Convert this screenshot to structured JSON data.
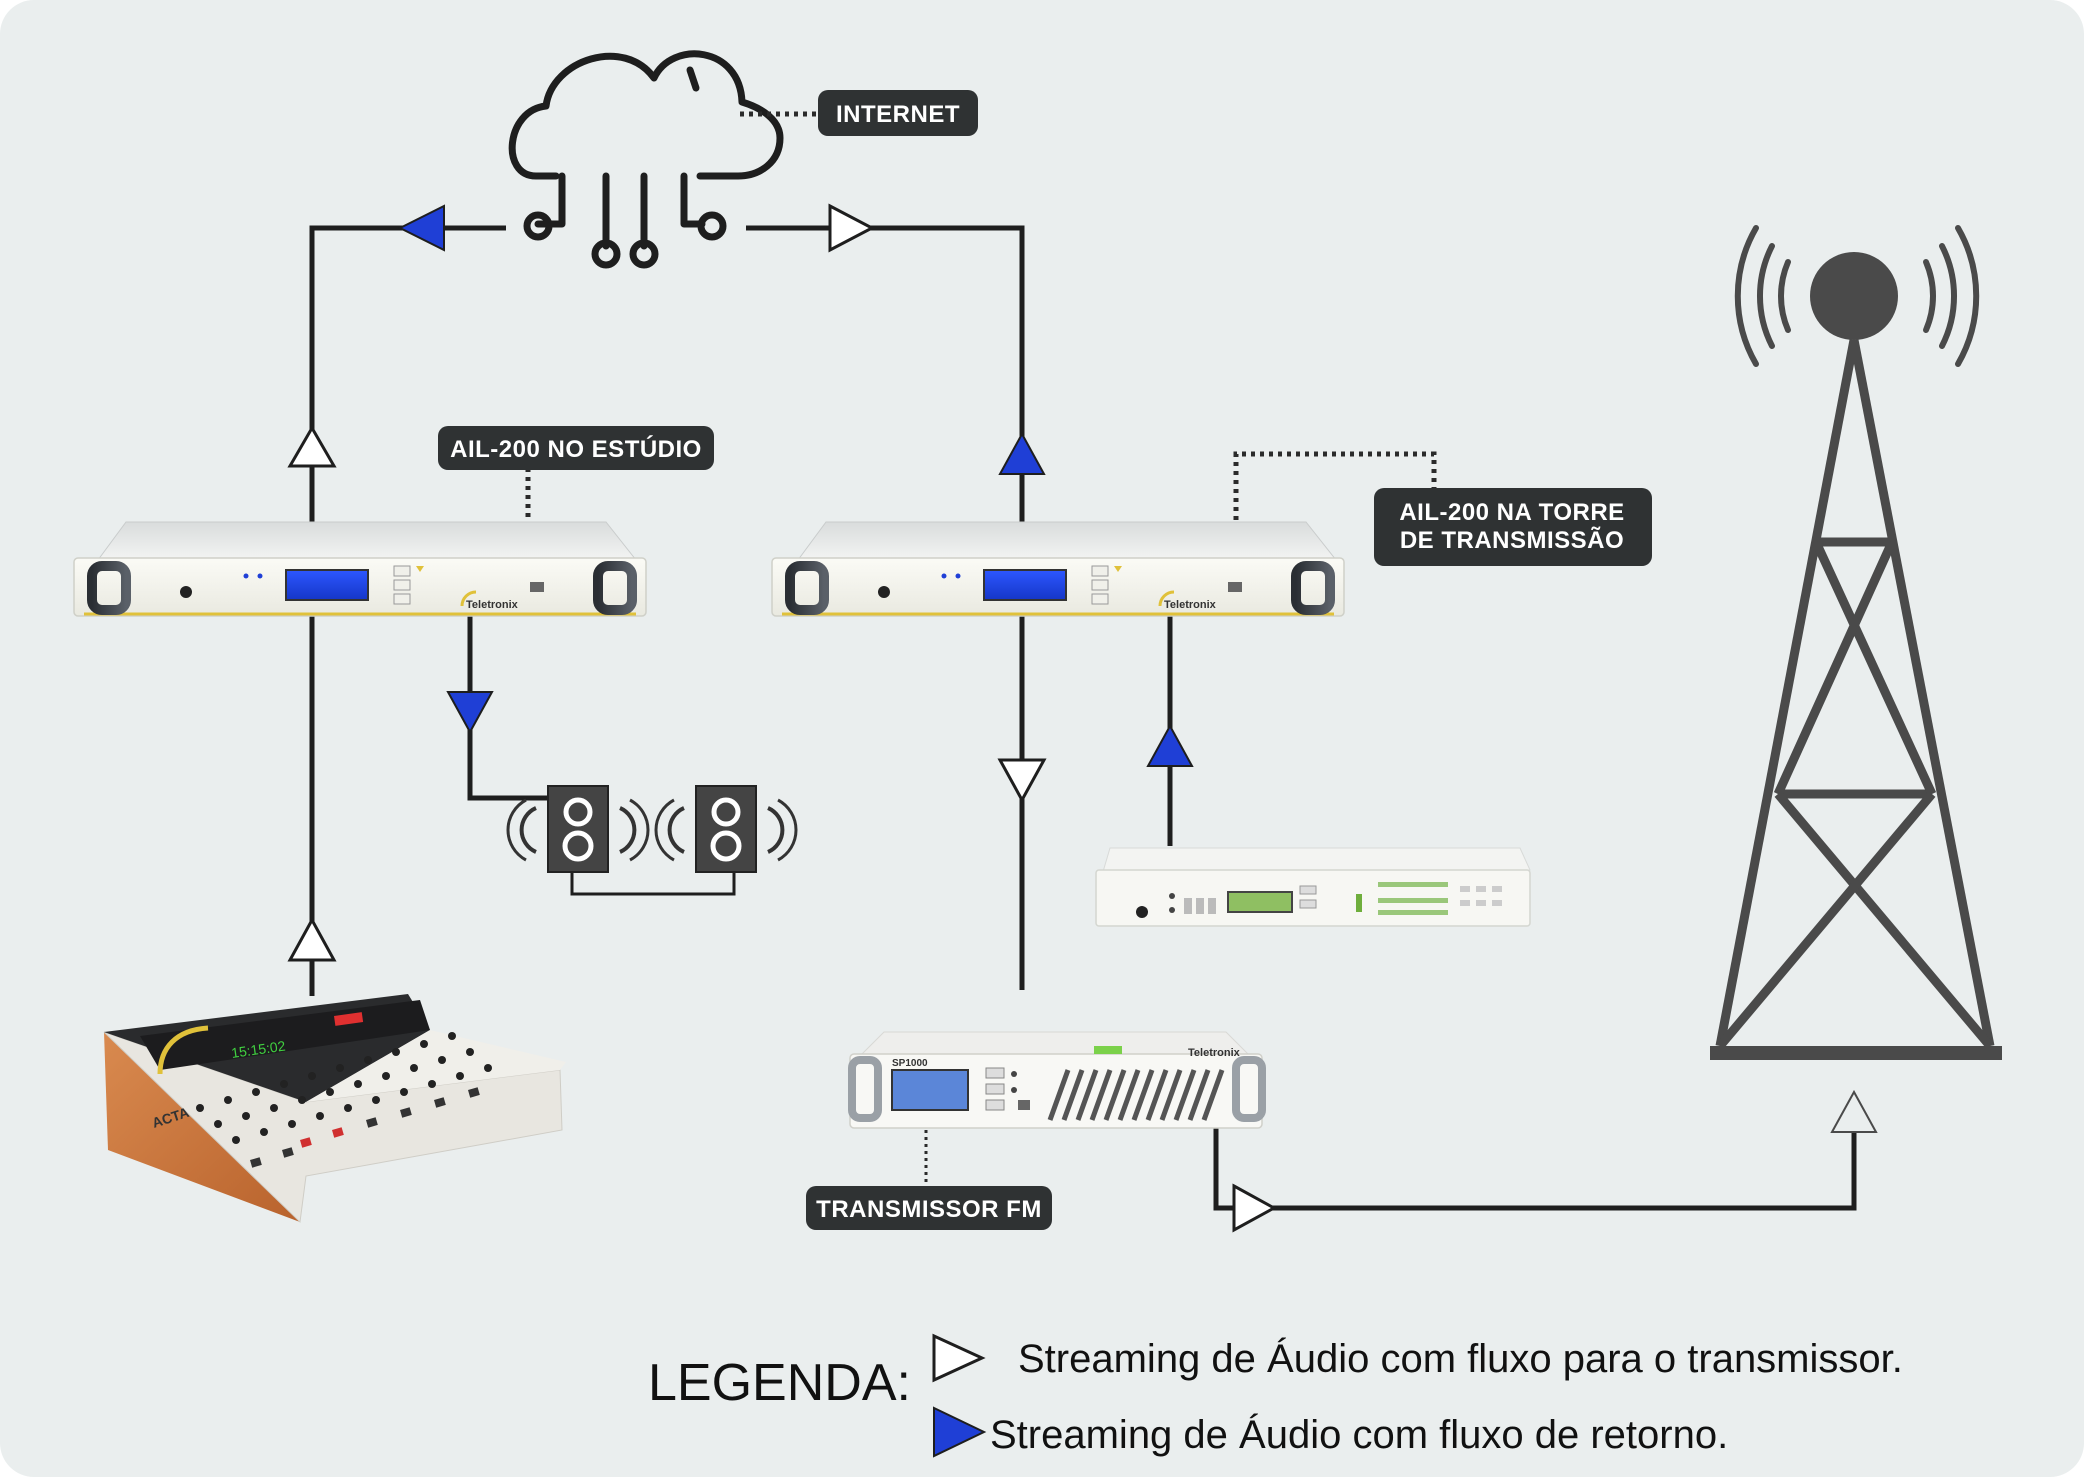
{
  "labels": {
    "internet": "INTERNET",
    "studio_codec": "AIL-200 NO ESTÚDIO",
    "tower_codec_line1": "AIL-200 NA TORRE",
    "tower_codec_line2": "DE TRANSMISSÃO",
    "fm_transmitter": "TRANSMISSOR FM"
  },
  "device_text": {
    "brand": "Teletronix",
    "console_model": "ACTA",
    "console_display": "15:15:02",
    "transmitter_model": "SP1000"
  },
  "legend": {
    "title": "LEGENDA:",
    "forward": "Streaming de Áudio com fluxo para o transmissor.",
    "return": "Streaming de Áudio com fluxo de retorno."
  },
  "colors": {
    "background": "#eaeeee",
    "label_bg": "#2f3233",
    "wire": "#1e1e1e",
    "return_arrow": "#1f3fd6",
    "forward_arrow": "#ffffff",
    "tower": "#4a4a4a"
  },
  "icons": [
    "cloud-circuit-icon",
    "speaker-icon",
    "radio-tower-icon",
    "arrow-forward-icon",
    "arrow-return-icon"
  ]
}
